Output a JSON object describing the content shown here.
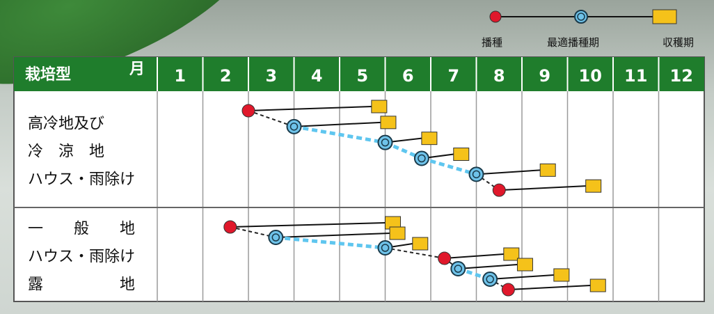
{
  "legend": {
    "sowing": "播種",
    "optimal_sowing": "最適播種期",
    "harvest": "収穫期"
  },
  "header": {
    "type_label": "栽培型",
    "month_label": "月",
    "months": [
      "1",
      "2",
      "3",
      "4",
      "5",
      "6",
      "7",
      "8",
      "9",
      "10",
      "11",
      "12"
    ]
  },
  "sections": [
    {
      "lines": [
        "高冷地及び",
        "冷　涼　地",
        "ハウス・雨除け"
      ],
      "schedules": [
        {
          "sow": 3.0,
          "sow_kind": "sowing",
          "harvest": 5.7
        },
        {
          "sow": 4.0,
          "sow_kind": "optimal",
          "harvest": 5.9
        },
        {
          "sow": 6.0,
          "sow_kind": "optimal",
          "harvest": 6.8
        },
        {
          "sow": 6.8,
          "sow_kind": "optimal",
          "harvest": 7.5
        },
        {
          "sow": 8.0,
          "sow_kind": "optimal",
          "harvest": 9.4
        },
        {
          "sow": 8.5,
          "sow_kind": "sowing",
          "harvest": 10.4
        }
      ]
    },
    {
      "lines": [
        "一　　般　　地",
        "ハウス・雨除け",
        "露　　　　　地"
      ],
      "schedules": [
        {
          "sow": 2.6,
          "sow_kind": "sowing",
          "harvest": 6.0
        },
        {
          "sow": 3.6,
          "sow_kind": "optimal",
          "harvest": 6.1
        },
        {
          "sow": 6.0,
          "sow_kind": "optimal",
          "harvest": 6.6
        },
        {
          "sow": 7.3,
          "sow_kind": "sowing",
          "harvest": 8.6
        },
        {
          "sow": 7.6,
          "sow_kind": "optimal",
          "harvest": 8.9
        },
        {
          "sow": 8.3,
          "sow_kind": "optimal",
          "harvest": 9.7
        },
        {
          "sow": 8.7,
          "sow_kind": "sowing",
          "harvest": 10.5
        }
      ]
    }
  ],
  "colors": {
    "header_green": "#1f7d2c",
    "sowing_red": "#e0182b",
    "optimal_blue": "#6fc3ea",
    "harvest_yellow": "#f5c21a",
    "optimal_link": "#5fc6ef"
  }
}
